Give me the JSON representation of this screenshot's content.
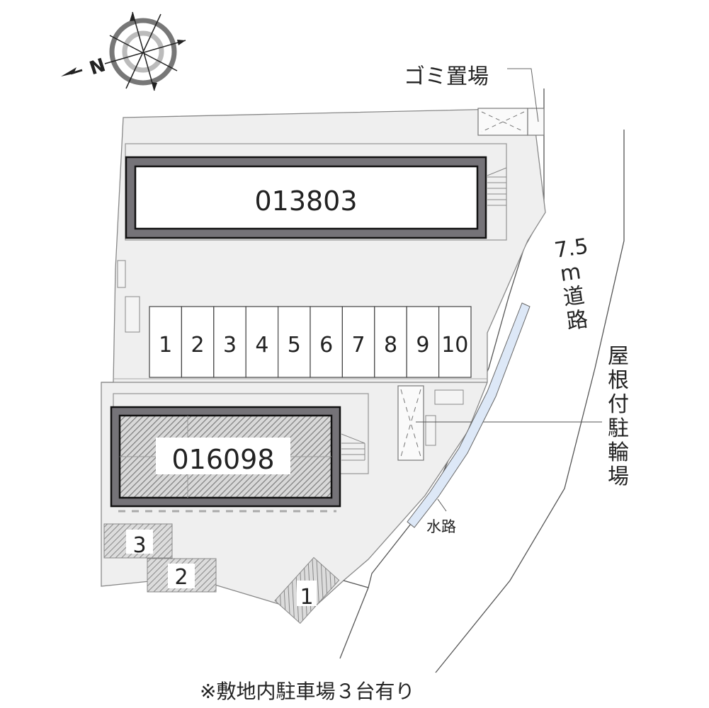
{
  "compass": {
    "direction_label": "N",
    "icon": "compass-rose-icon"
  },
  "labels": {
    "garbage_area": "ゴミ置場",
    "road": [
      "7.5",
      "m",
      "道",
      "路"
    ],
    "bicycle_parking": [
      "屋",
      "根",
      "付",
      "駐",
      "輪",
      "場"
    ],
    "waterway": "水路",
    "footnote": "※敷地内駐車場３台有り"
  },
  "buildings": [
    {
      "id": "013803",
      "style": "plain"
    },
    {
      "id": "016098",
      "style": "hatched"
    }
  ],
  "parking_row": {
    "spaces": [
      "1",
      "2",
      "3",
      "4",
      "5",
      "6",
      "7",
      "8",
      "9",
      "10"
    ]
  },
  "hatched_parking": [
    {
      "label": "3"
    },
    {
      "label": "2"
    },
    {
      "label": "1"
    }
  ],
  "colors": {
    "site_fill": "#efefef",
    "outline": "#888888",
    "building_border": "#757378",
    "building_edge": "#111111",
    "waterway": "#dde8f7",
    "text": "#222222"
  }
}
